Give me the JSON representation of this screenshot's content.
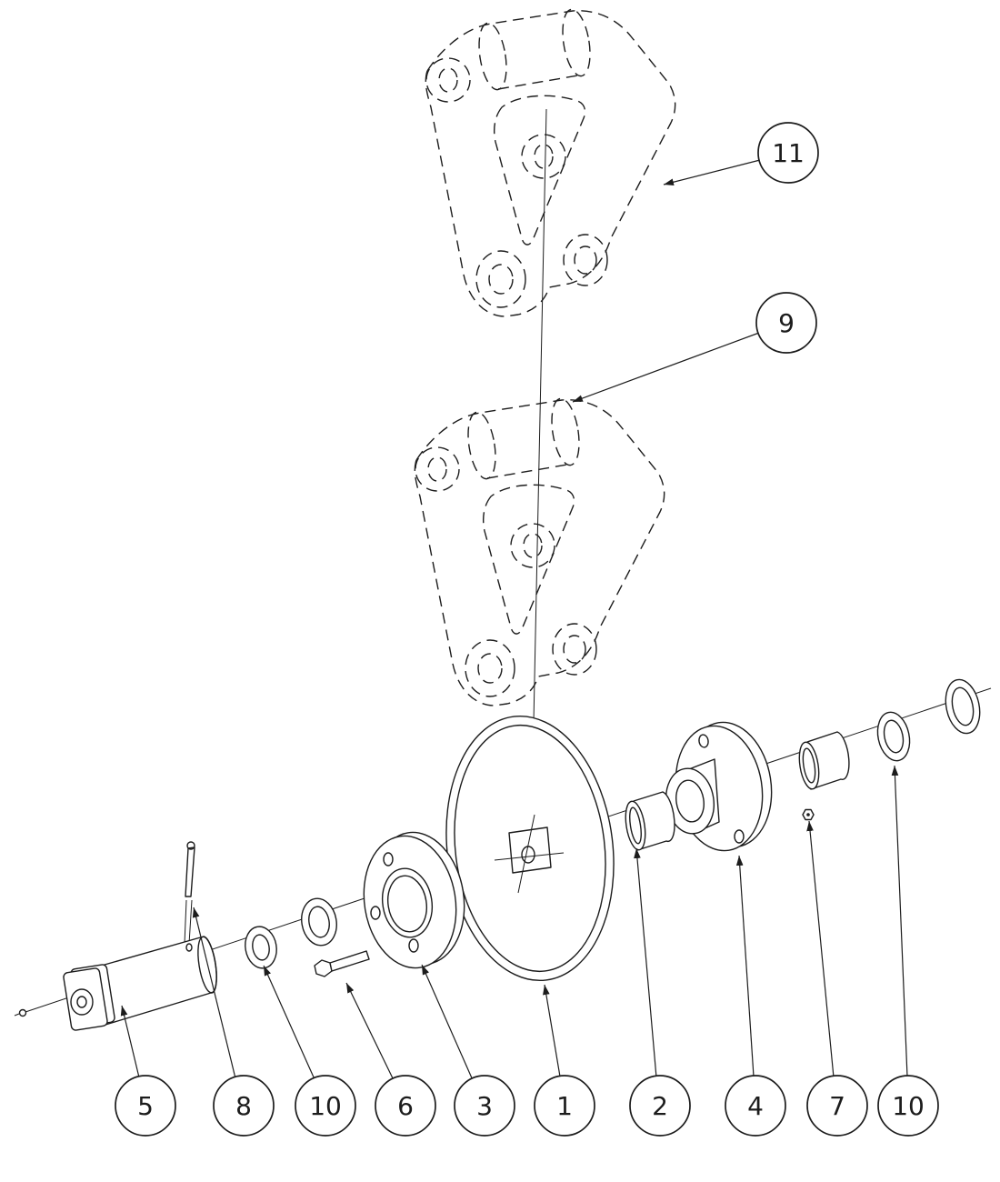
{
  "colors": {
    "line": "#1c1c1c",
    "background": "#ffffff"
  },
  "balloons": [
    {
      "label": "11"
    },
    {
      "label": "9"
    },
    {
      "label": "5"
    },
    {
      "label": "8"
    },
    {
      "label": "10"
    },
    {
      "label": "6"
    },
    {
      "label": "3"
    },
    {
      "label": "1"
    },
    {
      "label": "2"
    },
    {
      "label": "4"
    },
    {
      "label": "7"
    },
    {
      "label": "10"
    }
  ]
}
